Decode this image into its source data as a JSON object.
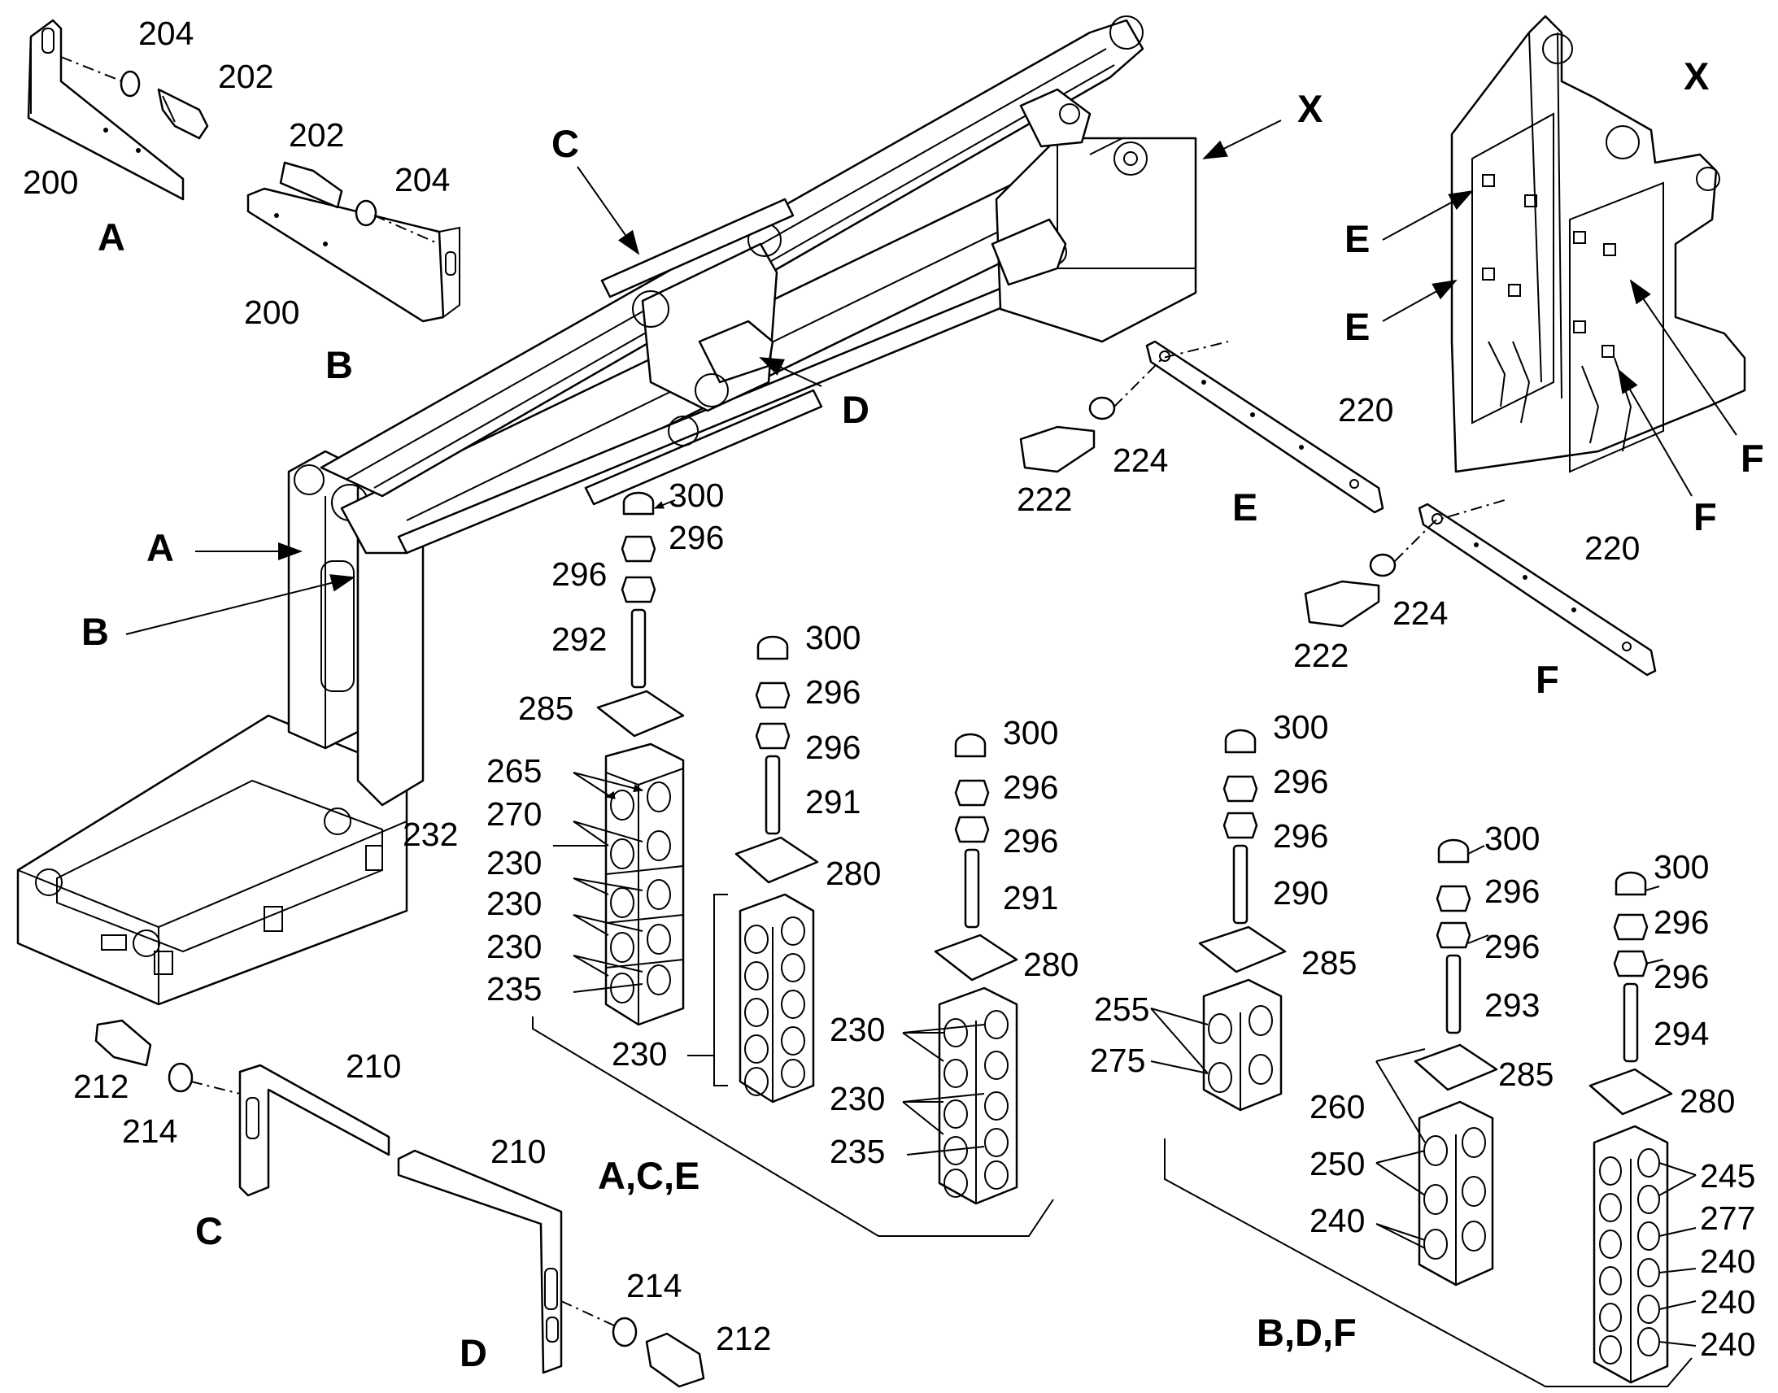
{
  "callouts": {
    "n200a": "200",
    "n202a": "202",
    "n204a": "204",
    "lA1": "A",
    "n200b": "200",
    "n202b": "202",
    "n204b": "204",
    "lB1": "B",
    "lC0": "C",
    "lX0": "X",
    "lD0": "D",
    "lA0": "A",
    "lB0": "B",
    "n300a": "300",
    "n296a": "296",
    "n296b": "296",
    "n292": "292",
    "n285a": "285",
    "n265": "265",
    "n270": "270",
    "n232": "232",
    "n230a": "230",
    "n230b": "230",
    "n230c": "230",
    "n235a": "235",
    "n300b": "300",
    "n296c": "296",
    "n296d": "296",
    "n291a": "291",
    "n280a": "280",
    "n230d": "230",
    "n300c": "300",
    "n296e": "296",
    "n296f": "296",
    "n291b": "291",
    "n280b": "280",
    "n230e": "230",
    "n230f": "230",
    "n235b": "235",
    "gACE": "A,C,E",
    "n300d": "300",
    "n296g": "296",
    "n296h": "296",
    "n290": "290",
    "n285b": "285",
    "n255": "255",
    "n275": "275",
    "n300e": "300",
    "n296i": "296",
    "n296j": "296",
    "n293": "293",
    "n285c": "285",
    "n260": "260",
    "n250": "250",
    "n240a": "240",
    "n300f": "300",
    "n296k": "296",
    "n296l": "296",
    "n294": "294",
    "n280c": "280",
    "n245": "245",
    "n277": "277",
    "n240b": "240",
    "n240c": "240",
    "n240d": "240",
    "gBDF": "B,D,F",
    "n220a": "220",
    "n222a": "222",
    "n224a": "224",
    "lE1": "E",
    "n220b": "220",
    "n222b": "222",
    "n224b": "224",
    "lF1": "F",
    "lX1": "X",
    "lE2": "E",
    "lE3": "E",
    "lF2": "F",
    "lF3": "F",
    "n212a": "212",
    "n214a": "214",
    "n210a": "210",
    "lC1": "C",
    "n210b": "210",
    "n214b": "214",
    "n212b": "212",
    "lD1": "D"
  }
}
